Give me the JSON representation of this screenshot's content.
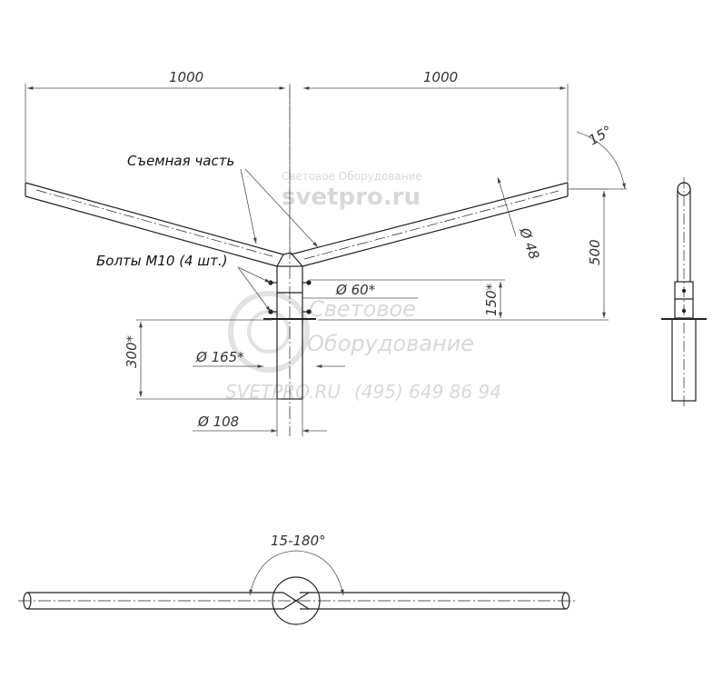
{
  "labels": {
    "removable_part": "Съемная часть",
    "bolts": "Болты М10 (4 шт.)"
  },
  "dimensions": {
    "left_width": "1000",
    "right_width": "1000",
    "angle": "15°",
    "arm_diameter": "Ø 48",
    "height": "500",
    "sleeve_diameter": "Ø 60*",
    "sleeve_height": "150*",
    "flange_diameter": "Ø 165*",
    "base_height": "300*",
    "pipe_diameter": "Ø 108",
    "rotation": "15-180°"
  },
  "watermark": {
    "brand_small": "Световое Оборудование",
    "site_large": "svetpro.ru",
    "word1": "Световое",
    "word2": "Оборудование",
    "site_caps": "SVETPRO.RU",
    "phone": "(495) 649 86 94"
  },
  "colors": {
    "line": "#222222",
    "dim": "#555555",
    "watermark": "#d8d8d8"
  }
}
